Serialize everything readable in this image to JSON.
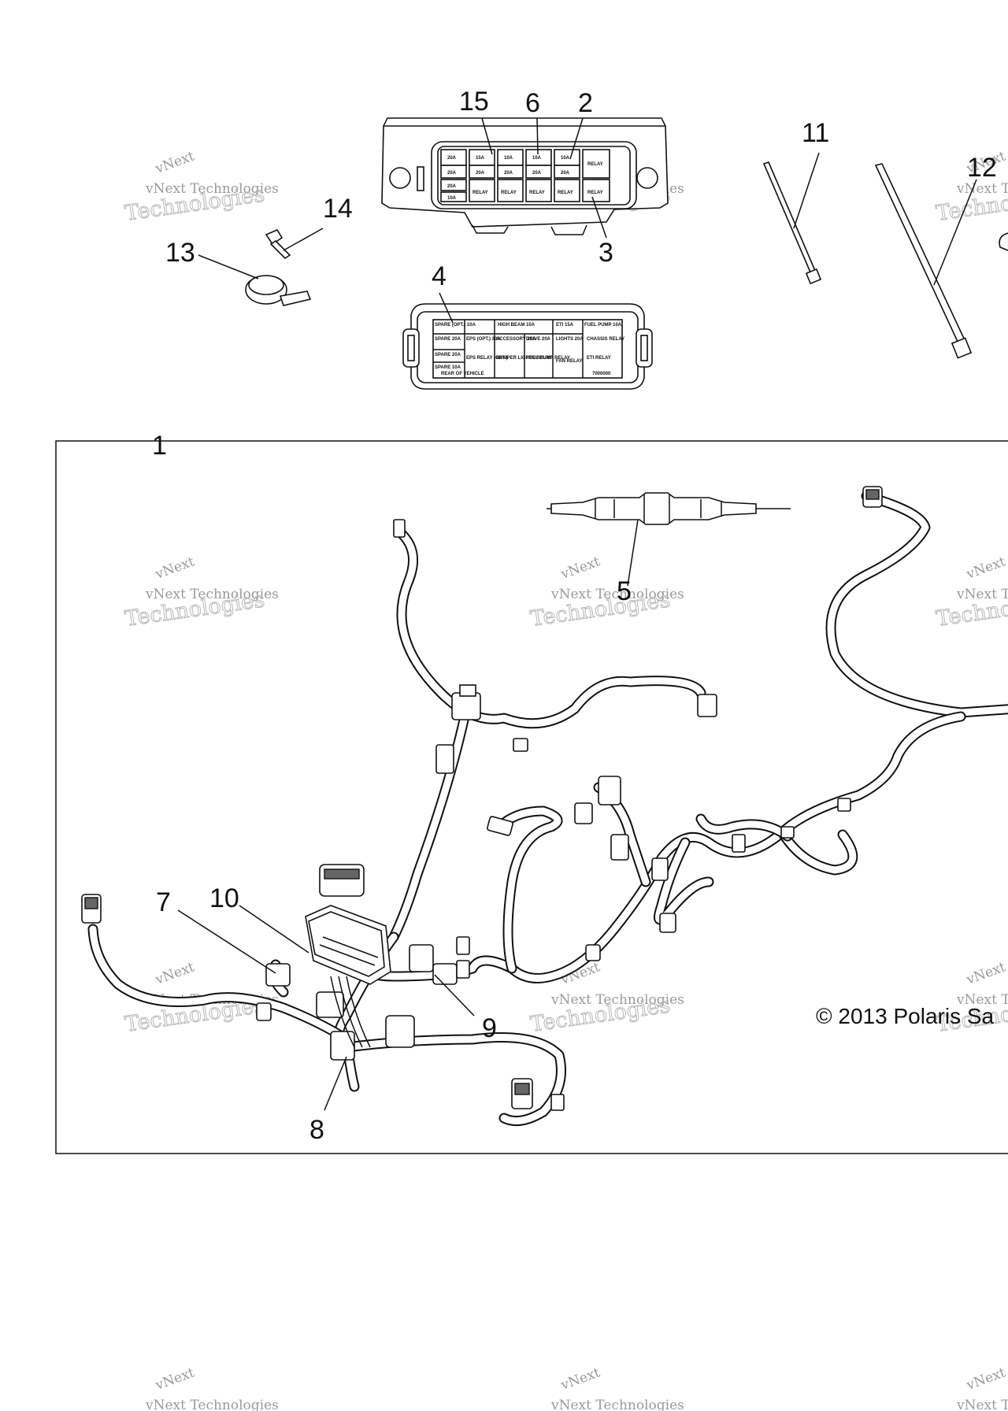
{
  "callouts": {
    "c1": "1",
    "c2": "2",
    "c3": "3",
    "c4": "4",
    "c5": "5",
    "c6": "6",
    "c7": "7",
    "c8": "8",
    "c9": "9",
    "c10": "10",
    "c11": "11",
    "c12": "12",
    "c13": "13",
    "c14": "14",
    "c15": "15"
  },
  "copyright": "© 2013 Polaris Sa",
  "watermark": {
    "line1": "vNext Technologies",
    "line2": "Technologies",
    "top": "vNext"
  },
  "fuse_box": {
    "top_row": [
      "20A",
      "15A",
      "10A",
      "10A",
      "10A",
      "RELAY"
    ],
    "row2": [
      "20A",
      "20A",
      "20A",
      "20A",
      "20A",
      "RELAY"
    ],
    "row3": [
      "20A",
      "RELAY",
      "RELAY",
      "RELAY",
      "RELAY"
    ],
    "row4": [
      "10A"
    ]
  },
  "fuse_cover_label": {
    "r1": [
      "SPARE (OPT.) 10A",
      "HIGH BEAM 10A",
      "ETI 15A",
      "FUEL PUMP 10A",
      "CHASSIS RELAY"
    ],
    "r2": [
      "SPARE 20A",
      "EPS (OPT.) 30A",
      "ACCESSORY 20A",
      "DRIVE 20A",
      "LIGHTS 20A"
    ],
    "r3": [
      "SPARE 20A",
      "SPARE 10A",
      "EPS RELAY (OPT.)",
      "BUMPER LIGHTS RELAY",
      "FUEL PUMP RELAY",
      "FAN RELAY",
      "ETI RELAY"
    ],
    "r4": [
      "REAR OF VEHICLE"
    ],
    "part_no": "7000000"
  }
}
